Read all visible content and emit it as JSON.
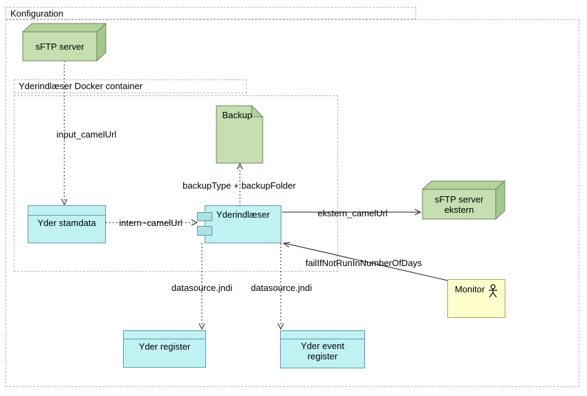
{
  "packages": {
    "outer": {
      "label": "Konfiguration"
    },
    "inner": {
      "label": "Yderindlæser Docker container"
    }
  },
  "nodes": {
    "sftp_server": {
      "label": "sFTP server"
    },
    "backup": {
      "label": "Backup"
    },
    "yder_stamdata": {
      "label": "Yder stamdata"
    },
    "yderindlaeser": {
      "label": "Yderindlæser"
    },
    "sftp_server_ekstern": {
      "label_line1": "sFTP server",
      "label_line2": "ekstern"
    },
    "monitor": {
      "label": "Monitor"
    },
    "yder_register": {
      "label": "Yder register"
    },
    "yder_event_register": {
      "label_line1": "Yder event",
      "label_line2": "register"
    }
  },
  "edges": {
    "input_camel_url": {
      "label": "input_camelUrl"
    },
    "intern_camel_url": {
      "label": "intern~camelUrl"
    },
    "backup_type": {
      "label": "backupType + backupFolder"
    },
    "ekstern_camel_url": {
      "label": "ekstern_camelUrl"
    },
    "fail_if_not_run": {
      "label": "failIfNotRunInNumberOfDays"
    },
    "datasource_jndi_left": {
      "label": "datasource.jndi"
    },
    "datasource_jndi_right": {
      "label": "datasource.jndi"
    }
  },
  "colors": {
    "green_fill": "#c5dfb1",
    "green_top": "#b2d49c",
    "green_side": "#a2c98c",
    "green_border": "#6e8260",
    "cyan_fill": "#c0f1f3",
    "cyan_port": "#afe0e4",
    "cyan_border": "#5b98a6",
    "yellow_fill": "#ffffcd",
    "yellow_border": "#a8a455",
    "dash_border": "#b5b5b5",
    "line_color": "#1a1a1a"
  }
}
